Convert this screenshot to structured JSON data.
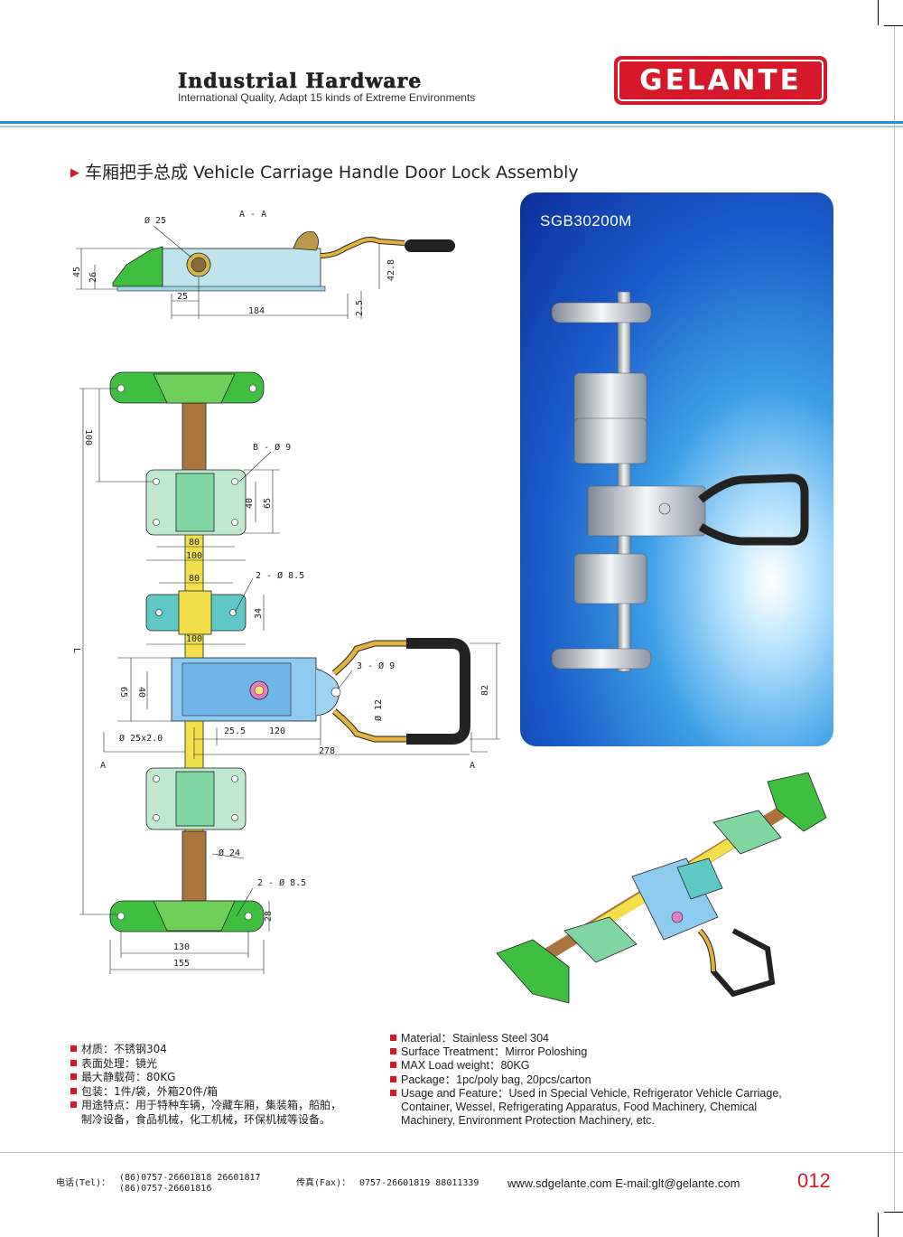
{
  "header": {
    "brand_title": "Industrial Hardware",
    "brand_subtitle": "International Quality, Adapt 15 kinds of Extreme Environments",
    "logo_text": "GELANTE",
    "logo_color": "#d7182a",
    "stripe_color": "#2a8bd6"
  },
  "section": {
    "title": "车厢把手总成 Vehicle Carriage Handle Door Lock Assembly"
  },
  "photo": {
    "model": "SGB30200M"
  },
  "drawing_top": {
    "section_label": "A - A",
    "dims": {
      "d25": "Ø 25",
      "h45": "45",
      "h26": "26",
      "h42_8": "42.8",
      "w25": "25",
      "w184": "184",
      "t2_5": "2.5"
    }
  },
  "drawing_front": {
    "dims": {
      "v100": "100",
      "b9": "B - Ø 9",
      "h40a": "40",
      "h65a": "65",
      "w80a": "80",
      "w100a": "100",
      "w80b": "80",
      "hole85a": "2 - Ø 8.5",
      "h34": "34",
      "w100b": "100",
      "L": "L",
      "hole9": "3 - Ø 9",
      "h65b": "65",
      "h40b": "40",
      "h82": "82",
      "d12": "Ø 12",
      "d25x2": "Ø 25x2.0",
      "w25_5": "25.5",
      "w120": "120",
      "w278": "278",
      "cutA1": "A",
      "cutA2": "A",
      "d24": "Ø 24",
      "hole85b": "2 - Ø 8.5",
      "h28": "28",
      "w130": "130",
      "w155": "155"
    }
  },
  "specs_cn": [
    "材质：不锈钢304",
    "表面处理：镜光",
    "最大静载荷：80KG",
    "包装：1件/袋，外箱20件/箱",
    "用途特点：用于特种车辆，冷藏车厢，集装箱，船舶，"
  ],
  "specs_cn_cont": "制冷设备，食品机械，化工机械，环保机械等设备。",
  "specs_en": [
    "Material：Stainless Steel 304",
    "Surface Treatment：Mirror Poloshing",
    "MAX Load weight：80KG",
    "Package：1pc/poly bag,  20pcs/carton",
    "Usage and Feature：Used in Special Vehicle, Refrigerator Vehicle Carriage,"
  ],
  "specs_en_cont": [
    "Container, Wessel, Refrigerating Apparatus, Food Machinery, Chemical",
    "Machinery, Environment Protection Machinery, etc."
  ],
  "footer": {
    "tel_label": "电话(Tel)：",
    "tel_1": "(86)0757-26601818  26601817",
    "tel_2": "(86)0757-26601816",
    "fax_label": "传真(Fax)：",
    "fax": "0757-26601819 88011339",
    "web_email": "www.sdgelante.com  E-mail:glt@gelante.com",
    "page_number": "012"
  }
}
